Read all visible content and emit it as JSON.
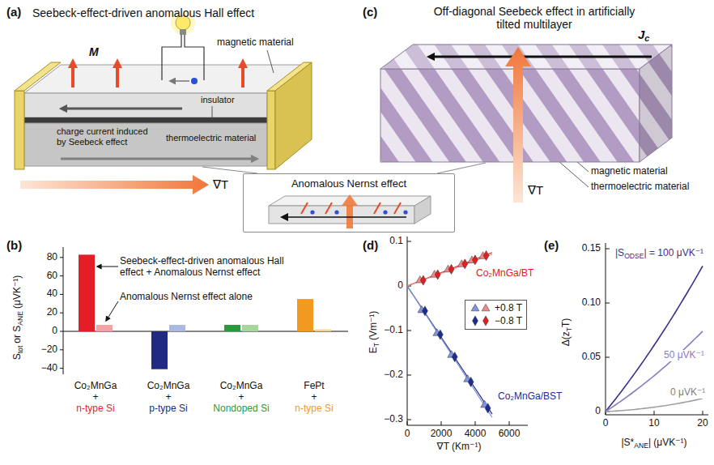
{
  "diagram": {
    "nodes": [
      {
        "text": [
          "Anomalous Nernst effect"
        ]
      }
    ],
    "labels": [
      "(a)",
      "Seebeck-effect-driven anomalous Hall effect",
      "magnetic material",
      "M",
      "insulator",
      "charge current induced by Seebeck effect",
      "thermoelectric material",
      "∇T",
      "(c)",
      "Off-diagonal Seebeck effect in artificially tilted multilayer",
      "J",
      "c",
      "magnetic material",
      "∇T",
      "thermoelectric material",
      "(b)",
      "S",
      "tot",
      "or S",
      "ANE",
      "(μVK⁻¹)",
      "80",
      "60",
      "40",
      "20",
      "0",
      "−20",
      "−40",
      "Seebeck-effect-driven anomalous Hall effect + Anomalous Nernst effect",
      "Anomalous Nernst effect alone",
      "Co₂MnGa",
      "+",
      "n-type Si",
      "Co₂MnGa",
      "+",
      "p-type Si",
      "Co₂MnGa",
      "+",
      "Nondoped Si",
      "FePt",
      "+",
      "n-type Si",
      "(d)",
      "0.1",
      "0",
      "−0.1",
      "−0.2",
      "−0.3",
      "0",
      "2000",
      "4000",
      "6000",
      "E",
      "T",
      "(Vm⁻¹)",
      "∇T (Km⁻¹)",
      "Co₂MnGa/BT",
      "Co₂MnGa/BST",
      "(e)",
      "0",
      "0.05",
      "0.10",
      "0.15",
      "0",
      "10",
      "20",
      "Δ(z",
      "T",
      "T)",
      "|S*",
      "ANE",
      "| (μVK⁻¹)",
      "|S",
      "ODSE",
      "| = 100 μVK⁻¹",
      "50 μVK⁻¹",
      "0 μVK⁻¹"
    ],
    "legend": [
      {
        "text": "+0.8 T"
      },
      {
        "text": "−0.8 T"
      }
    ]
  }
}
